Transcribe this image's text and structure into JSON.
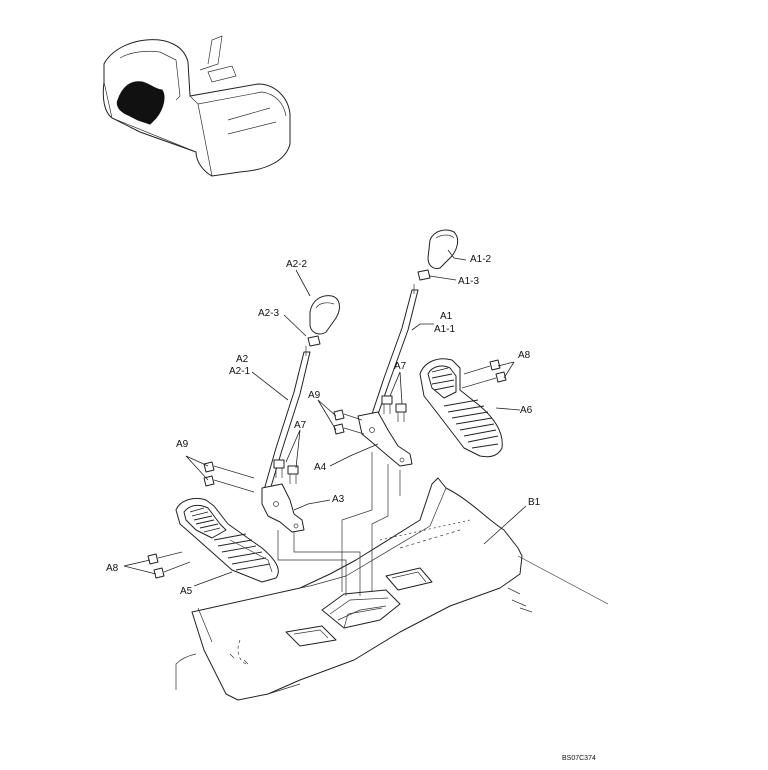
{
  "diagram": {
    "drawing_code": "BS07C374",
    "labels": {
      "a1": "A1",
      "a1_1": "A1-1",
      "a1_2": "A1-2",
      "a1_3": "A1-3",
      "a2": "A2",
      "a2_1": "A2-1",
      "a2_2": "A2-2",
      "a2_3": "A2-3",
      "a3": "A3",
      "a4": "A4",
      "a5": "A5",
      "a6": "A6",
      "a7_left": "A7",
      "a7_right": "A7",
      "a8_left": "A8",
      "a8_right": "A8",
      "a9_left": "A9",
      "a9_right": "A9",
      "b1": "B1"
    }
  }
}
